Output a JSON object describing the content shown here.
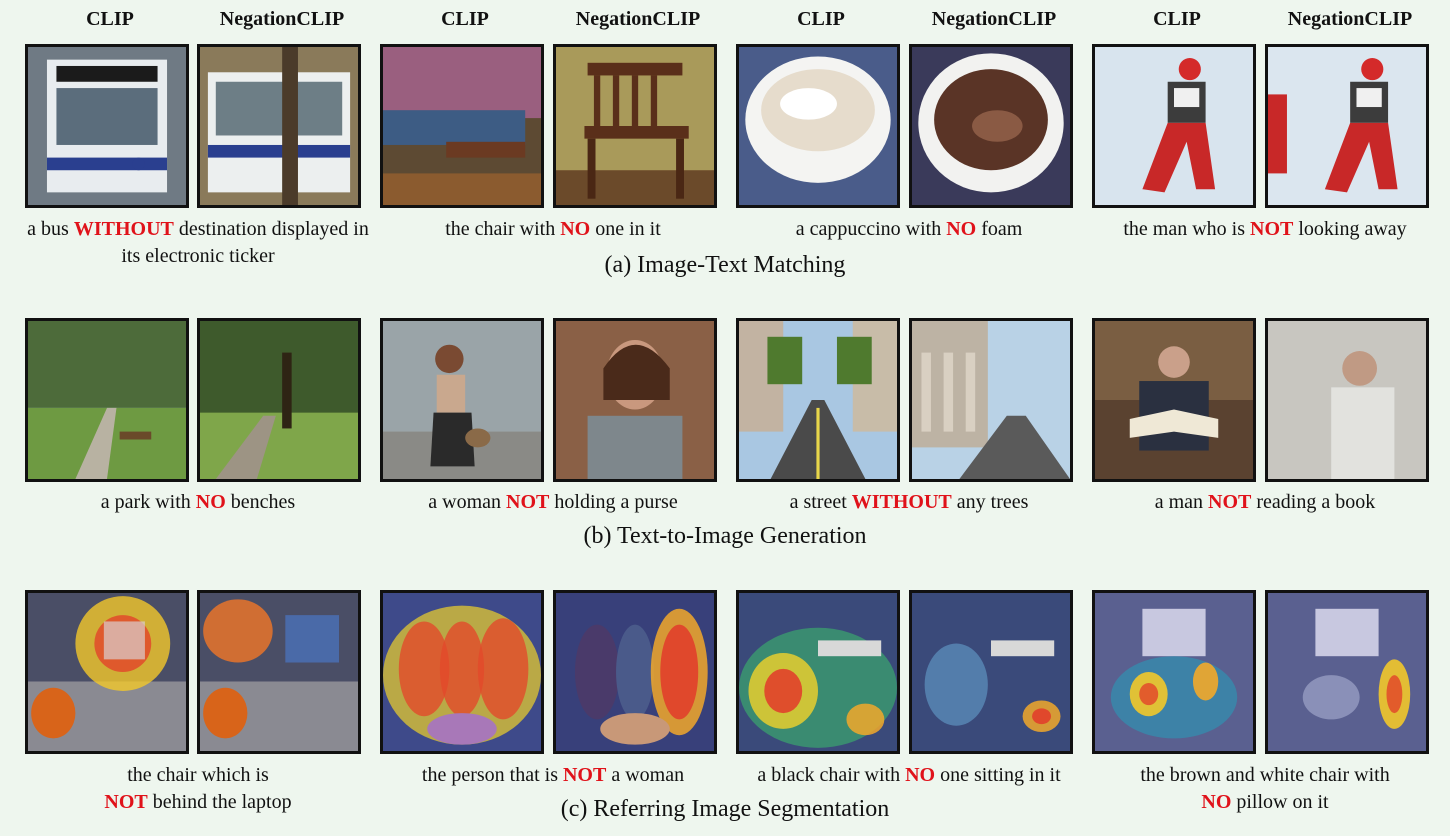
{
  "headers": [
    "CLIP",
    "NegationCLIP",
    "CLIP",
    "NegationCLIP",
    "CLIP",
    "NegationCLIP",
    "CLIP",
    "NegationCLIP"
  ],
  "sections": [
    {
      "label": "(a) Image-Text Matching",
      "captions": [
        {
          "pre": "a bus",
          "neg": "WITHOUT",
          "post": "destination displayed in its electronic ticker"
        },
        {
          "pre": "the chair with",
          "neg": "NO",
          "post": "one in it"
        },
        {
          "pre": "a cappuccino with",
          "neg": "NO",
          "post": "foam"
        },
        {
          "pre": "the man who is",
          "neg": "NOT",
          "post": "looking away"
        }
      ]
    },
    {
      "label": "(b) Text-to-Image Generation",
      "captions": [
        {
          "pre": "a park with",
          "neg": "NO",
          "post": "benches"
        },
        {
          "pre": "a woman",
          "neg": "NOT",
          "post": "holding a purse"
        },
        {
          "pre": "a street",
          "neg": "WITHOUT",
          "post": "any trees"
        },
        {
          "pre": "a man",
          "neg": "NOT",
          "post": "reading a book"
        }
      ]
    },
    {
      "label": "(c) Referring Image Segmentation",
      "captions": [
        {
          "pre": "the chair which is",
          "neg": "NOT",
          "post": "behind the laptop"
        },
        {
          "pre": "the person that is",
          "neg": "NOT",
          "post": "a woman"
        },
        {
          "pre": "a black chair with",
          "neg": "NO",
          "post": "one sitting in it"
        },
        {
          "pre": "the brown and white chair with",
          "neg": "NO",
          "post": "pillow on it"
        }
      ]
    }
  ]
}
